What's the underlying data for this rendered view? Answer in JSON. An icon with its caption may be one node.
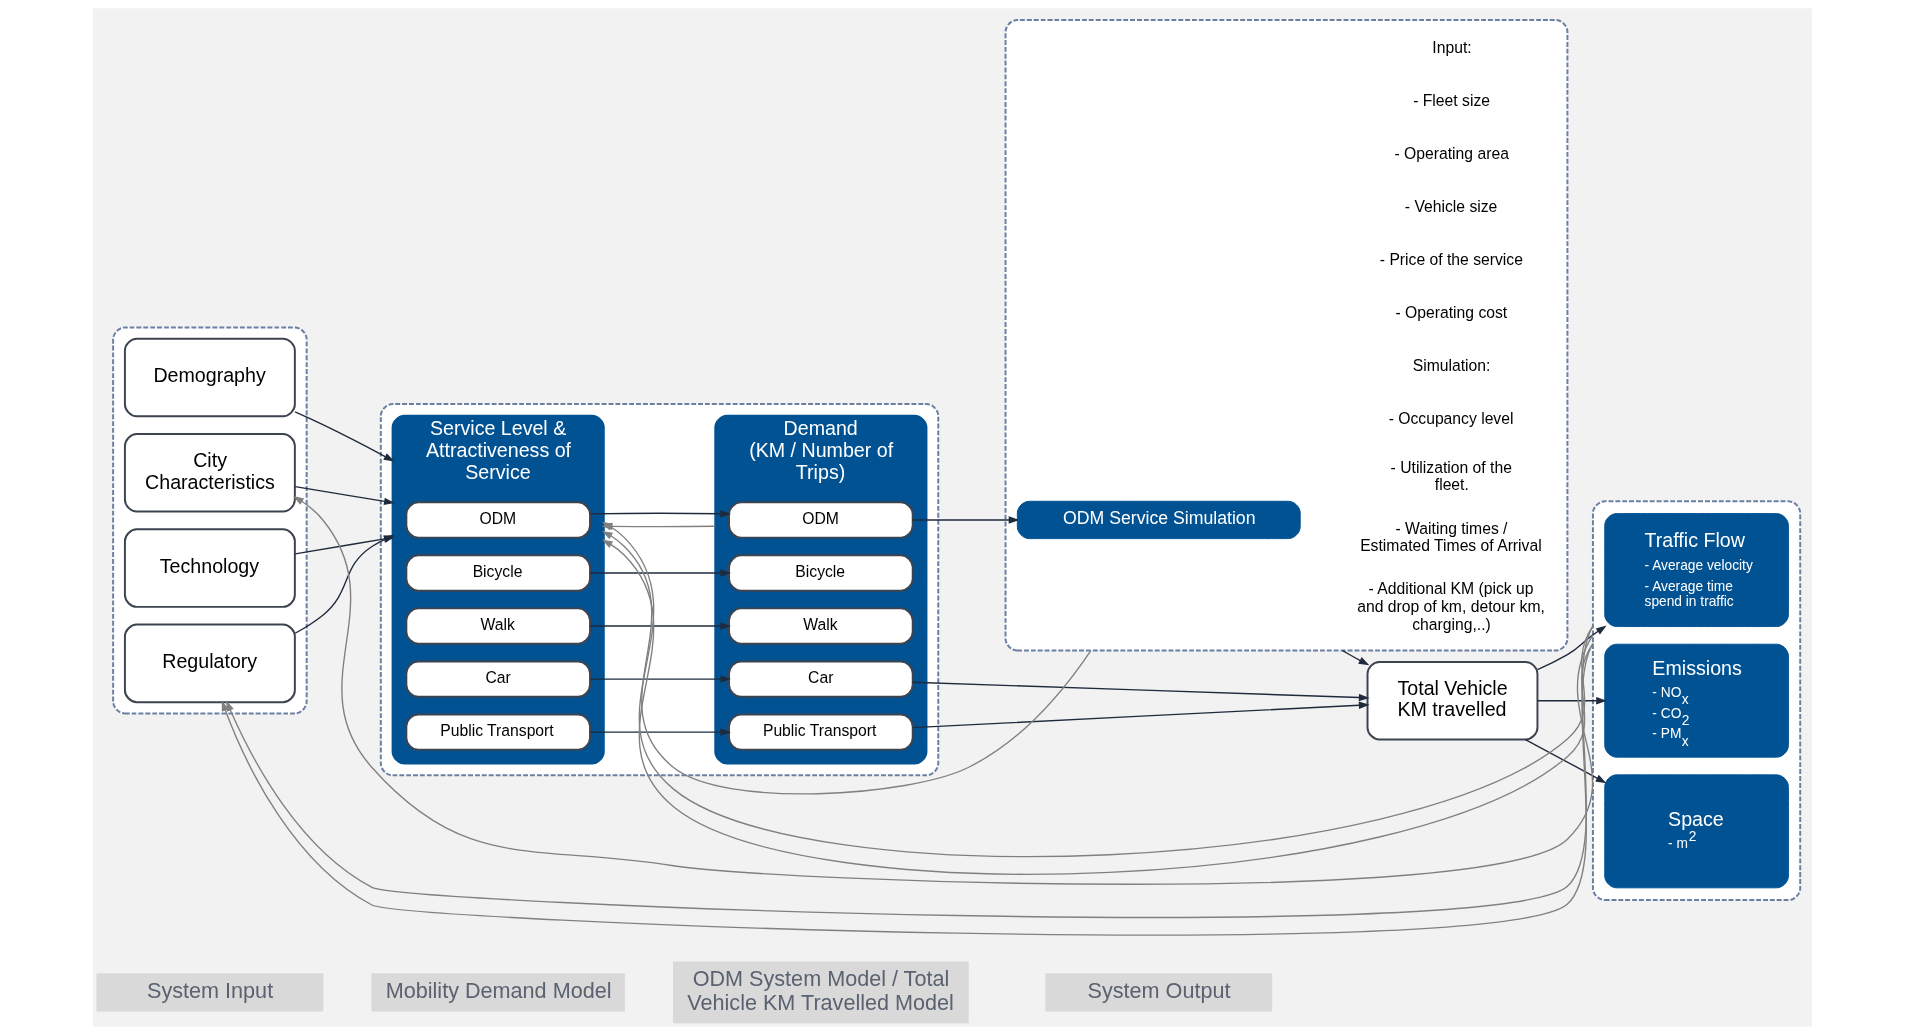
{
  "diagram": {
    "nodes": [
      {
        "text": [
          "System Input"
        ]
      },
      {
        "text": [
          "Mobility Demand Model"
        ]
      },
      {
        "text": [
          "ODM System Model / Total Vehicle KM Travelled Model"
        ]
      },
      {
        "text": [
          "System Output"
        ]
      },
      {
        "text": [],
        "shape": "box"
      },
      {
        "text": [
          "Demography"
        ],
        "in": 4
      },
      {
        "text": [
          "City Characteristics"
        ],
        "in": 4
      },
      {
        "text": [
          "Technology"
        ],
        "in": 4
      },
      {
        "text": [
          "Regulatory"
        ],
        "in": 4
      },
      {
        "text": [],
        "shape": "box"
      },
      {
        "text": [
          "Service Level & Attractiveness of Service"
        ],
        "in": 9
      },
      {
        "text": [
          "ODM"
        ],
        "in": 10
      },
      {
        "text": [
          "Bicycle"
        ],
        "in": 10
      },
      {
        "text": [
          "Walk"
        ],
        "in": 10
      },
      {
        "text": [
          "Car"
        ],
        "in": 10
      },
      {
        "text": [
          "Public Transport"
        ],
        "in": 10
      },
      {
        "text": [
          "Demand",
          "(KM / Number of Trips)"
        ],
        "in": 9
      },
      {
        "text": [
          "ODM"
        ],
        "in": 16
      },
      {
        "text": [
          "Bicycle"
        ],
        "in": 16
      },
      {
        "text": [
          "Walk"
        ],
        "in": 16
      },
      {
        "text": [
          "Car"
        ],
        "in": 16
      },
      {
        "text": [
          "Public Transport"
        ],
        "in": 16
      },
      {
        "text": [],
        "shape": "box"
      },
      {
        "text": [
          "ODM Service Simulation"
        ],
        "in": 22
      },
      {
        "text": [
          "Total Vehicle KM travelled"
        ]
      },
      {
        "text": [],
        "shape": "box"
      },
      {
        "text": [
          "Traffic Flow",
          "- Average velocity",
          "- Average time spend in traffic"
        ],
        "in": 25
      },
      {
        "text": [
          "Emissions",
          "- NO$_{x}$",
          "- CO$_{2}$",
          "- PM$_{x}$"
        ],
        "in": 25
      },
      {
        "text": [
          "Space",
          "- m$^{2}$"
        ],
        "in": 25
      }
    ],
    "edges": [
      {
        "from": 5,
        "to": 10,
        "arrow": "to"
      },
      {
        "from": 6,
        "to": 10,
        "arrow": "to"
      },
      {
        "from": 7,
        "to": 10,
        "arrow": "to"
      },
      {
        "from": 8,
        "to": 10,
        "arrow": "to"
      },
      {
        "from": 11,
        "to": 17,
        "arrow": "to"
      },
      {
        "from": 12,
        "to": 18,
        "arrow": "to"
      },
      {
        "from": 13,
        "to": 19,
        "arrow": "to"
      },
      {
        "from": 14,
        "to": 20,
        "arrow": "to"
      },
      {
        "from": 15,
        "to": 21,
        "arrow": "to"
      },
      {
        "from": 17,
        "to": 23,
        "arrow": "to"
      },
      {
        "from": 20,
        "to": 24,
        "arrow": "to"
      },
      {
        "from": 21,
        "to": 24,
        "arrow": "to"
      },
      {
        "from": 22,
        "to": 24,
        "arrow": "to"
      },
      {
        "from": 24,
        "to": 26,
        "arrow": "to"
      },
      {
        "from": 24,
        "to": 27,
        "arrow": "to"
      },
      {
        "from": 24,
        "to": 28,
        "arrow": "to"
      },
      {
        "from": 25,
        "to": 6,
        "arrow": "to",
        "color": "#808080"
      },
      {
        "from": 25,
        "to": 10,
        "arrow": "to",
        "color": "#808080"
      },
      {
        "from": 22,
        "to": 10,
        "arrow": "to",
        "color": "#808080"
      },
      {
        "from": 16,
        "to": 10,
        "arrow": "to",
        "color": "#808080"
      },
      {
        "from": 25,
        "to": 10,
        "arrow": "to",
        "color": "#808080"
      },
      {
        "from": 25,
        "to": 8,
        "arrow": "to",
        "color": "#808080"
      },
      {
        "from": 25,
        "to": 8,
        "arrow": "to",
        "color": "#808080"
      }
    ],
    "labels": [
      "Input:",
      "- Fleet size",
      "- Operating area",
      "- Vehicle size",
      "- Price of the service",
      "- Operating cost",
      "Simulation:",
      "- Occupancy level",
      "- Utilization of the fleet.",
      "- Waiting times / Estimated Times of Arrival",
      "- Additional KM (pick up and drop of km, detour km, charging,..)"
    ]
  }
}
